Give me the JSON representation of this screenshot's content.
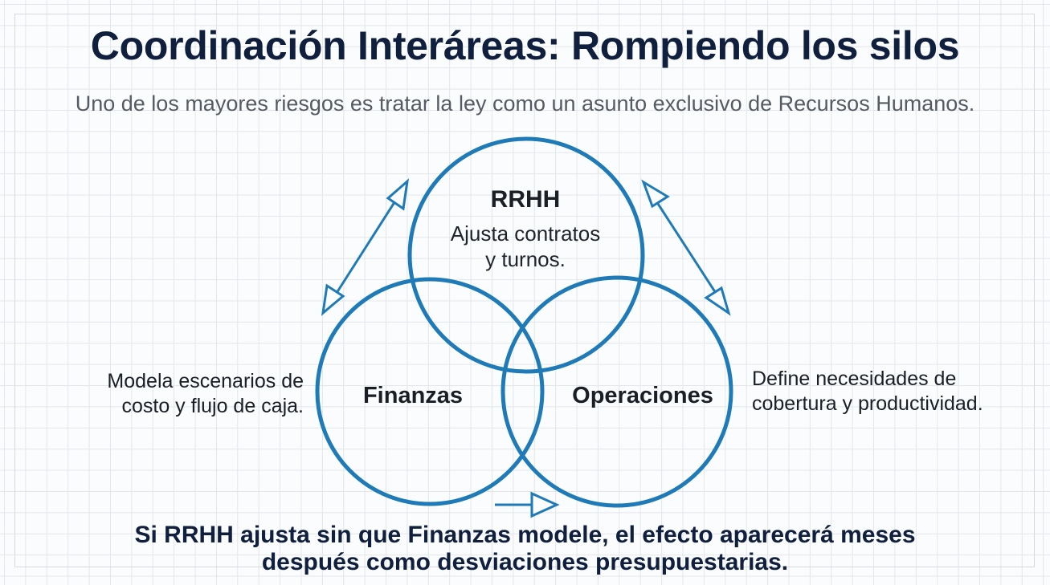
{
  "title": "Coordinación Interáreas: Rompiendo los silos",
  "subtitle": "Uno de los mayores riesgos es tratar la ley como un asunto exclusivo de Recursos Humanos.",
  "circles": {
    "rrhh": {
      "title": "RRHH",
      "line1": "Ajusta contratos",
      "line2": "y turnos."
    },
    "finanzas": {
      "title": "Finanzas"
    },
    "operaciones": {
      "title": "Operaciones"
    }
  },
  "notes": {
    "left_line1": "Modela escenarios de",
    "left_line2": "costo y flujo de caja.",
    "right_line1": "Define necesidades de",
    "right_line2": "cobertura y productividad."
  },
  "footer": {
    "line1": "Si RRHH ajusta sin que Finanzas modele, el efecto aparecerá meses",
    "line2": "después como desviaciones presupuestarias."
  },
  "colors": {
    "circle_stroke": "#1f7ab8",
    "title_color": "#0f1f3d"
  }
}
